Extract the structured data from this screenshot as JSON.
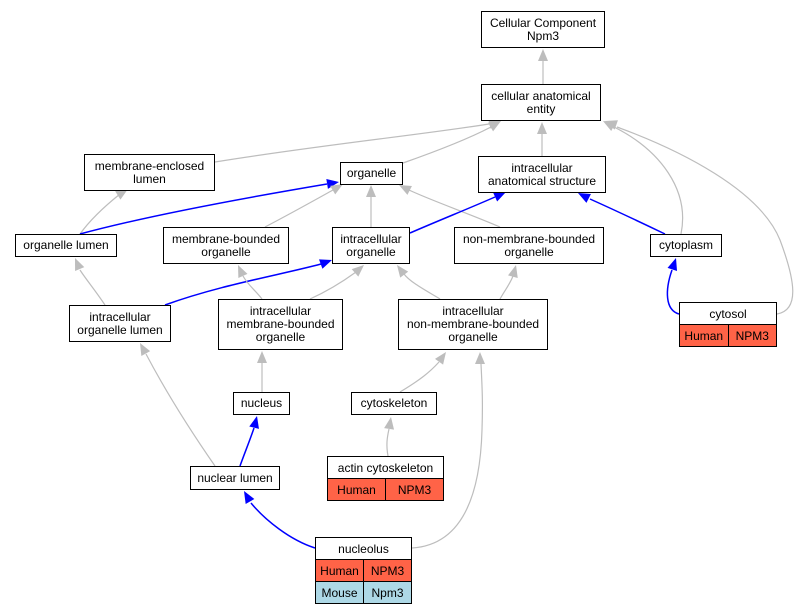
{
  "nodes": {
    "root": {
      "text": "Cellular Component\nNpm3"
    },
    "cae": {
      "text": "cellular anatomical\nentity"
    },
    "mel": {
      "text": "membrane-enclosed\nlumen"
    },
    "organelle": {
      "text": "organelle"
    },
    "ias": {
      "text": "intracellular\nanatomical structure"
    },
    "olumen": {
      "text": "organelle lumen"
    },
    "mbo": {
      "text": "membrane-bounded\norganelle"
    },
    "io": {
      "text": "intracellular\norganelle"
    },
    "nmbo": {
      "text": "non-membrane-bounded\norganelle"
    },
    "cytoplasm": {
      "text": "cytoplasm"
    },
    "iol": {
      "text": "intracellular\norganelle lumen"
    },
    "imbo": {
      "text": "intracellular\nmembrane-bounded\norganelle"
    },
    "inmbo": {
      "text": "intracellular\nnon-membrane-bounded\norganelle"
    },
    "nucleus": {
      "text": "nucleus"
    },
    "cytoskeleton": {
      "text": "cytoskeleton"
    },
    "nlumen": {
      "text": "nuclear lumen"
    }
  },
  "tables": {
    "cytosol": {
      "title": "cytosol",
      "rows": [
        {
          "species": "Human",
          "gene": "NPM3",
          "kind": "human"
        }
      ]
    },
    "actin": {
      "title": "actin cytoskeleton",
      "rows": [
        {
          "species": "Human",
          "gene": "NPM3",
          "kind": "human"
        }
      ]
    },
    "nucleolus": {
      "title": "nucleolus",
      "rows": [
        {
          "species": "Human",
          "gene": "NPM3",
          "kind": "human"
        },
        {
          "species": "Mouse",
          "gene": "Npm3",
          "kind": "mouse"
        }
      ]
    }
  },
  "edges": [
    {
      "from": "cae",
      "to": "root",
      "type": "is_a"
    },
    {
      "from": "mel",
      "to": "cae",
      "type": "is_a"
    },
    {
      "from": "organelle",
      "to": "cae",
      "type": "is_a"
    },
    {
      "from": "ias",
      "to": "cae",
      "type": "is_a"
    },
    {
      "from": "cytoplasm",
      "to": "cae",
      "type": "is_a"
    },
    {
      "from": "cytosol",
      "to": "cae",
      "type": "is_a"
    },
    {
      "from": "olumen",
      "to": "mel",
      "type": "is_a"
    },
    {
      "from": "olumen",
      "to": "organelle",
      "type": "part_of"
    },
    {
      "from": "mbo",
      "to": "organelle",
      "type": "is_a"
    },
    {
      "from": "io",
      "to": "organelle",
      "type": "is_a"
    },
    {
      "from": "nmbo",
      "to": "organelle",
      "type": "is_a"
    },
    {
      "from": "io",
      "to": "ias",
      "type": "part_of"
    },
    {
      "from": "cytoplasm",
      "to": "ias",
      "type": "part_of"
    },
    {
      "from": "iol",
      "to": "olumen",
      "type": "is_a"
    },
    {
      "from": "iol",
      "to": "io",
      "type": "part_of"
    },
    {
      "from": "imbo",
      "to": "mbo",
      "type": "is_a"
    },
    {
      "from": "imbo",
      "to": "io",
      "type": "is_a"
    },
    {
      "from": "inmbo",
      "to": "io",
      "type": "is_a"
    },
    {
      "from": "inmbo",
      "to": "nmbo",
      "type": "is_a"
    },
    {
      "from": "cytosol",
      "to": "cytoplasm",
      "type": "part_of"
    },
    {
      "from": "nlumen",
      "to": "iol",
      "type": "is_a"
    },
    {
      "from": "nucleus",
      "to": "imbo",
      "type": "is_a"
    },
    {
      "from": "cytoskeleton",
      "to": "inmbo",
      "type": "is_a"
    },
    {
      "from": "actin",
      "to": "cytoskeleton",
      "type": "is_a"
    },
    {
      "from": "nlumen",
      "to": "nucleus",
      "type": "part_of"
    },
    {
      "from": "nucleolus",
      "to": "nlumen",
      "type": "part_of"
    },
    {
      "from": "nucleolus",
      "to": "inmbo",
      "type": "is_a"
    }
  ],
  "colors": {
    "is_a": "#bdbdbd",
    "part_of": "#0000ff",
    "human": "#ff6347",
    "mouse": "#add8e6"
  }
}
